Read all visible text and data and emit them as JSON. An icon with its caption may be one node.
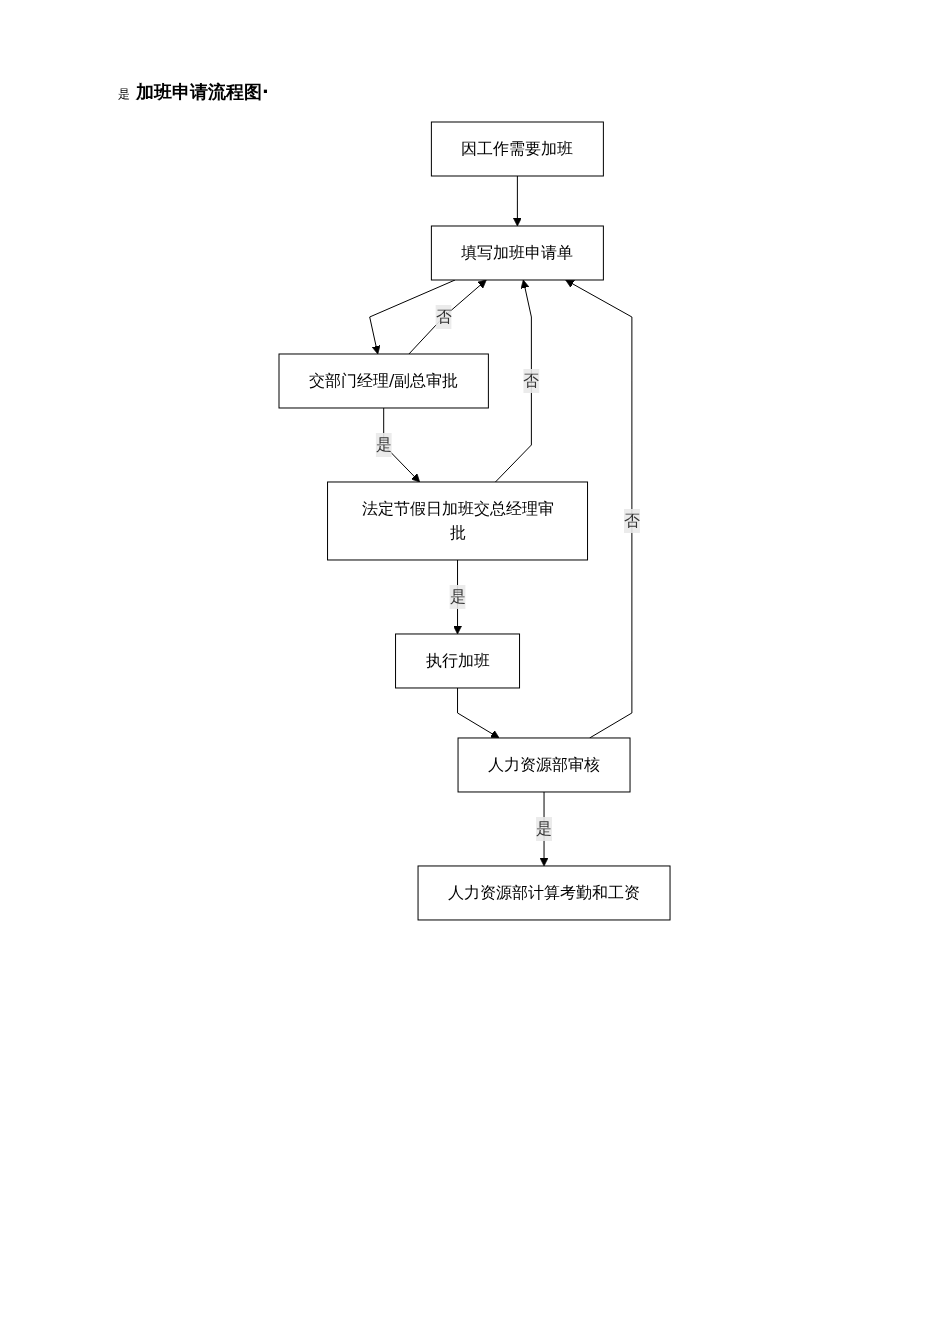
{
  "diagram": {
    "title": "加班申请流程图·",
    "nodes": [
      {
        "text": [
          "因工作需要加班"
        ]
      },
      {
        "text": [
          "填写加班申请单"
        ]
      },
      {
        "text": [
          "交部门经理/副总审批"
        ]
      },
      {
        "text": [
          "法定节假日加班交总经理审批"
        ]
      },
      {
        "text": [
          "执行加班"
        ]
      },
      {
        "text": [
          "人力资源部审核"
        ]
      },
      {
        "text": [
          "人力资源部计算考勤和工资"
        ]
      }
    ],
    "edges": [
      {
        "from": 0,
        "to": 1,
        "arrow": "to"
      },
      {
        "from": 1,
        "to": 2,
        "arrow": "to"
      },
      {
        "from": 2,
        "to": 1,
        "arrow": "to",
        "label": "否"
      },
      {
        "from": 2,
        "to": 3,
        "arrow": "to",
        "label": "是"
      },
      {
        "from": 3,
        "to": 1,
        "arrow": "to",
        "label": "否"
      },
      {
        "from": 3,
        "to": 4,
        "arrow": "to",
        "label": "是"
      },
      {
        "from": 4,
        "to": 5,
        "arrow": "to"
      },
      {
        "from": 5,
        "to": 1,
        "arrow": "to",
        "label": "否"
      },
      {
        "from": 5,
        "to": 6,
        "arrow": "to",
        "label": "是"
      }
    ],
    "labels": [
      "是"
    ]
  }
}
